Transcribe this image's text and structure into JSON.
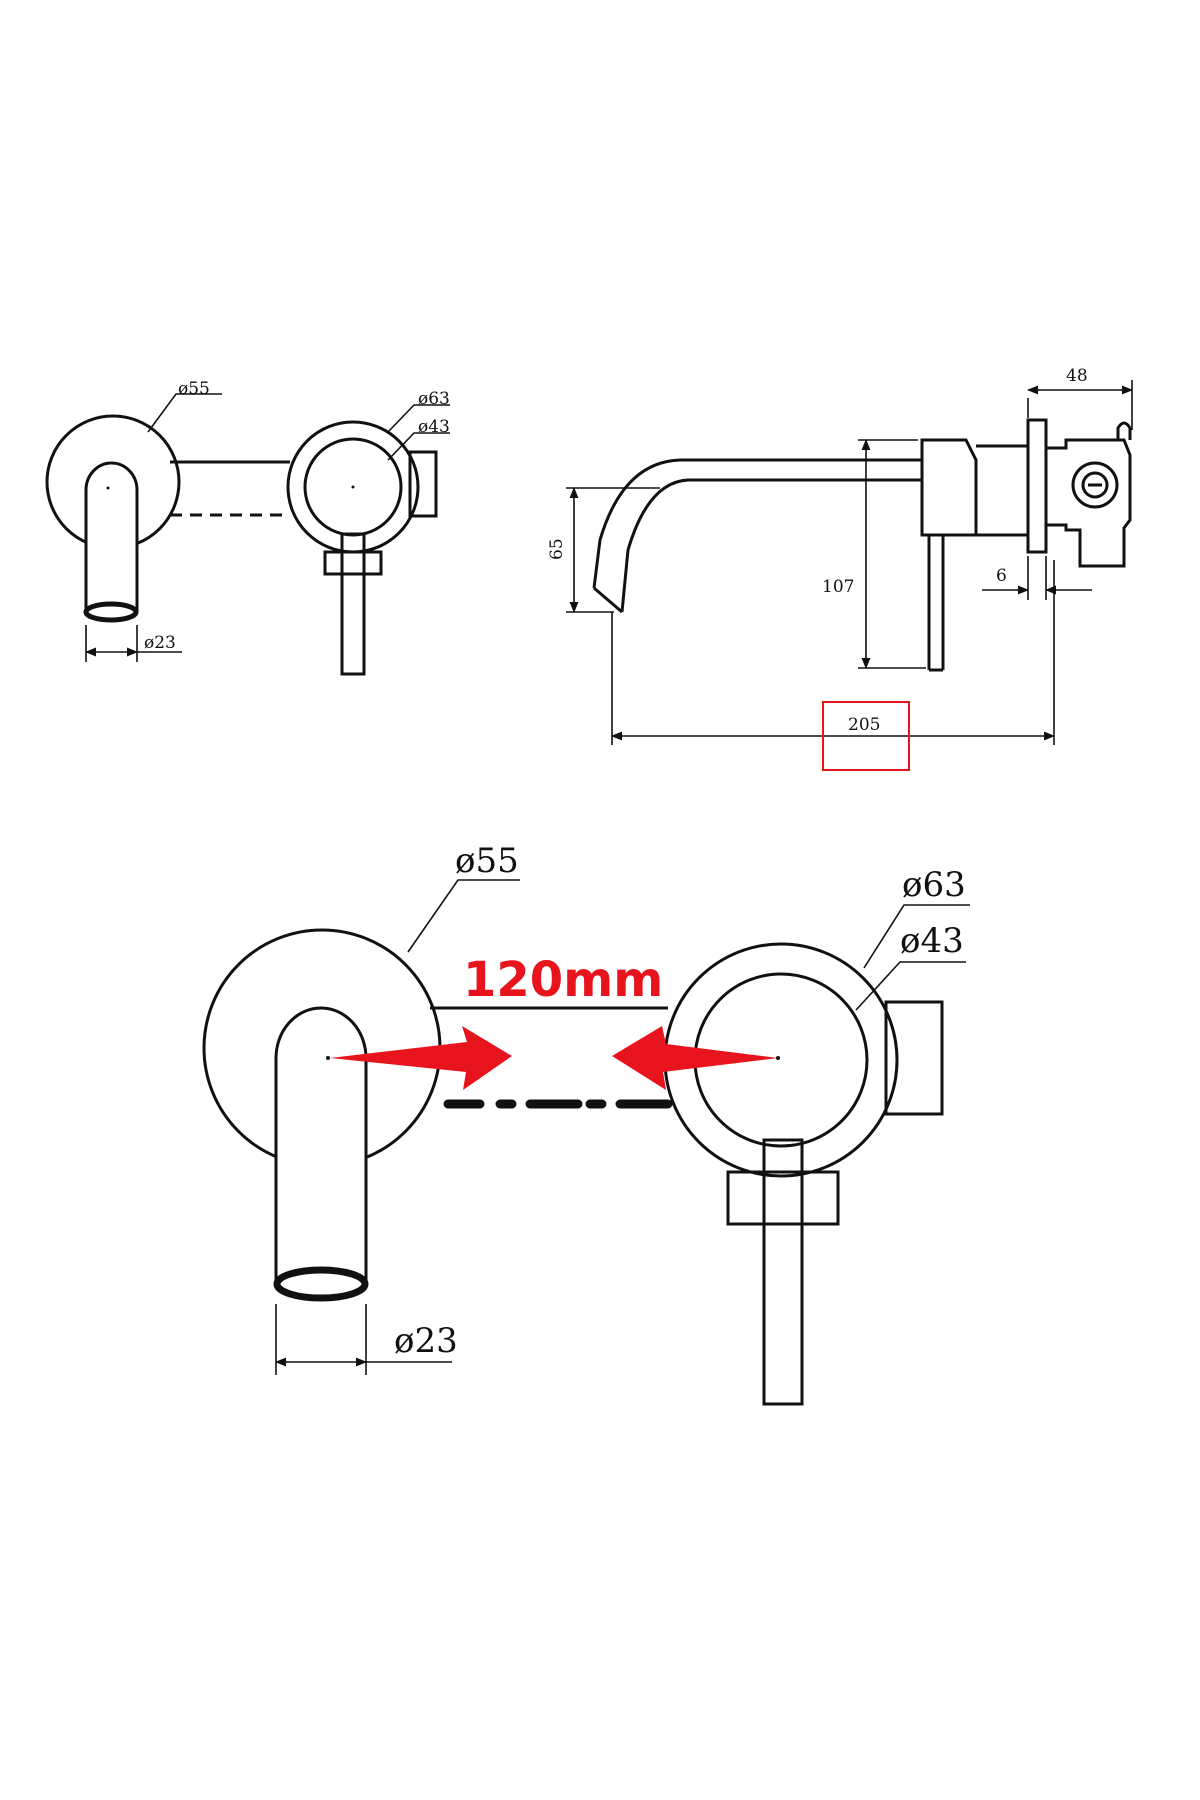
{
  "colors": {
    "line": "#111111",
    "highlight": "#e8141d",
    "background": "#ffffff"
  },
  "front_view_small": {
    "d_escutcheon": "ø55",
    "d_handle_plate": "ø63",
    "d_cartridge": "ø43",
    "d_spout": "ø23"
  },
  "side_view": {
    "wall_depth": "48",
    "spout_height": "65",
    "lever_length": "107",
    "plate_thickness": "6",
    "spout_reach": "205"
  },
  "front_view_large": {
    "d_escutcheon": "ø55",
    "d_handle_plate": "ø63",
    "d_cartridge": "ø43",
    "d_spout": "ø23",
    "centre_distance": "120mm"
  }
}
